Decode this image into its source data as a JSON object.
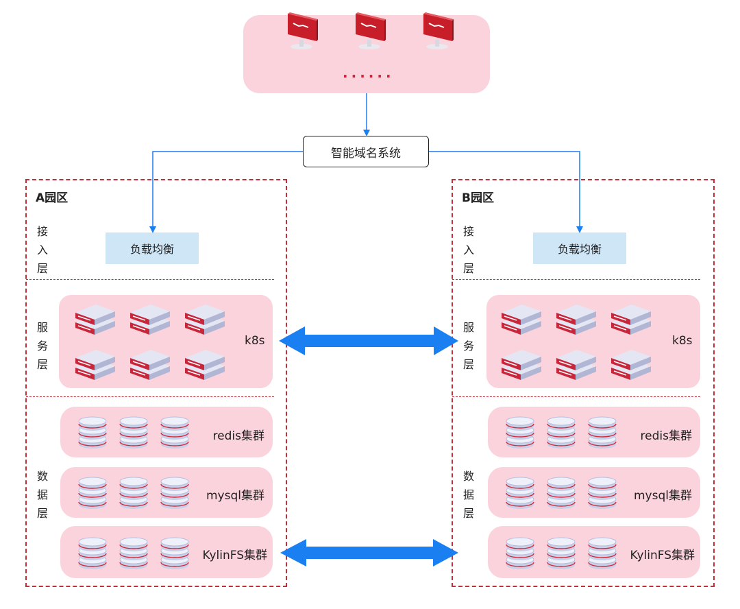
{
  "dns": {
    "label": "智能域名系统"
  },
  "clients": {
    "ellipsis": "......"
  },
  "zones": [
    {
      "title": "A园区",
      "access_layer": "接入层",
      "service_layer": "服务层",
      "data_layer": "数据层",
      "load_balancer": "负载均衡",
      "service_cluster": "k8s",
      "data_clusters": [
        "redis集群",
        "mysql集群",
        "KylinFS集群"
      ]
    },
    {
      "title": "B园区",
      "access_layer": "接入层",
      "service_layer": "服务层",
      "data_layer": "数据层",
      "load_balancer": "负载均衡",
      "service_cluster": "k8s",
      "data_clusters": [
        "redis集群",
        "mysql集群",
        "KylinFS集群"
      ]
    }
  ],
  "icons": {
    "client": "monitor-icon",
    "server": "server-icon",
    "database": "database-icon"
  },
  "colors": {
    "pink_panel": "#fbd3dc",
    "zone_border": "#c0303a",
    "load_balancer": "#cfe6f7",
    "sync_arrow": "#1a7ff0",
    "connector": "#1a7ff0"
  }
}
